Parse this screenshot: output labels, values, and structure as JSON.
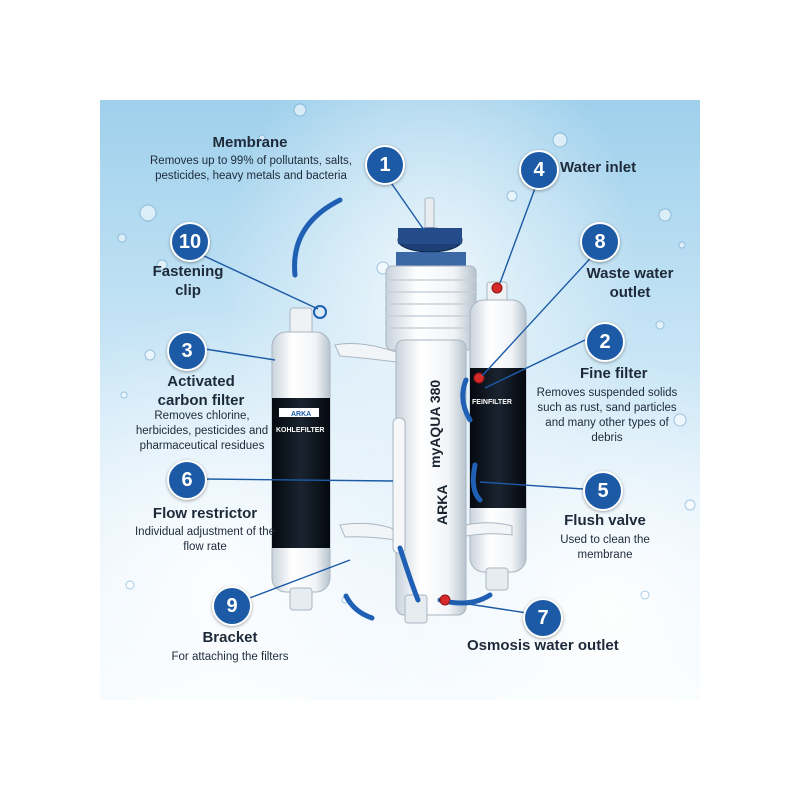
{
  "colors": {
    "badge": "#1c5aa6",
    "tube": "#1f5fb4",
    "text": "#1e2a3a",
    "inlet_red": "#d62a2a"
  },
  "components": [
    {
      "number": "1",
      "title": "Membrane",
      "description": "Removes up to 99% of pollutants, salts, pesticides, heavy metals and bacteria"
    },
    {
      "number": "2",
      "title": "Fine filter",
      "description": "Removes suspended solids such as rust, sand particles and many other types of debris"
    },
    {
      "number": "3",
      "title": "Activated carbon filter",
      "description": "Removes chlorine, herbicides, pesticides and pharmaceutical residues"
    },
    {
      "number": "4",
      "title": "Water inlet",
      "description": ""
    },
    {
      "number": "5",
      "title": "Flush valve",
      "description": "Used to clean the membrane"
    },
    {
      "number": "6",
      "title": "Flow restrictor",
      "description": "Individual adjustment of the flow rate"
    },
    {
      "number": "7",
      "title": "Osmosis water outlet",
      "description": ""
    },
    {
      "number": "8",
      "title": "Waste water outlet",
      "description": ""
    },
    {
      "number": "9",
      "title": "Bracket",
      "description": "For attaching the filters"
    },
    {
      "number": "10",
      "title": "Fastening clip",
      "description": ""
    }
  ],
  "product_labels": {
    "brand": "ARKA",
    "model": "myAQUA 380",
    "carbon_filter": "KOHLEFILTER",
    "fine_filter": "FEINFILTER"
  }
}
